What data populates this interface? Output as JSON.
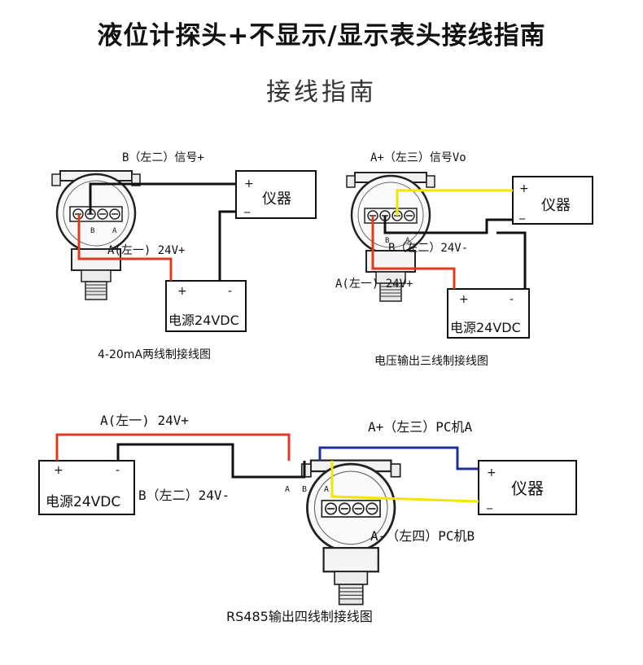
{
  "title": "液位计探头+不显示/显示表头接线指南",
  "subtitle": "接线指南",
  "colors": {
    "red": "#e03a1e",
    "yellow": "#f2e600",
    "blue": "#1f2f9a",
    "black": "#111111"
  },
  "diagram1": {
    "signal_label": "B（左二）信号+",
    "power_label": "A(左一) 24V+",
    "meter_label": "仪器",
    "meter_plus": "+",
    "meter_minus": "_",
    "psu_label": "电源24VDC",
    "psu_plus": "+",
    "psu_minus": "-",
    "terminal_b": "B",
    "terminal_a": "A",
    "caption": "4-20mA两线制接线图"
  },
  "diagram2": {
    "signal_label": "A+（左三）信号Vo",
    "neg_label": "B（左二）24V-",
    "power_label": "A(左一) 24V+",
    "meter_label": "仪器",
    "meter_plus": "+",
    "meter_minus": "_",
    "psu_label": "电源24VDC",
    "psu_plus": "+",
    "psu_minus": "-",
    "terminal_b": "B",
    "terminal_a": "A",
    "caption": "电压输出三线制接线图"
  },
  "diagram3": {
    "power_label": "A(左一) 24V+",
    "neg_label": "B（左二）24V-",
    "pc_a_label": "A+（左三）PC机A",
    "pc_b_label": "A-（左四）PC机B",
    "meter_label": "仪器",
    "meter_plus": "+",
    "meter_minus": "_",
    "psu_label": "电源24VDC",
    "psu_plus": "+",
    "psu_minus": "-",
    "terminal_a": "A",
    "terminal_b": "B",
    "terminal_a2": "A",
    "caption": "RS485输出四线制接线图"
  }
}
